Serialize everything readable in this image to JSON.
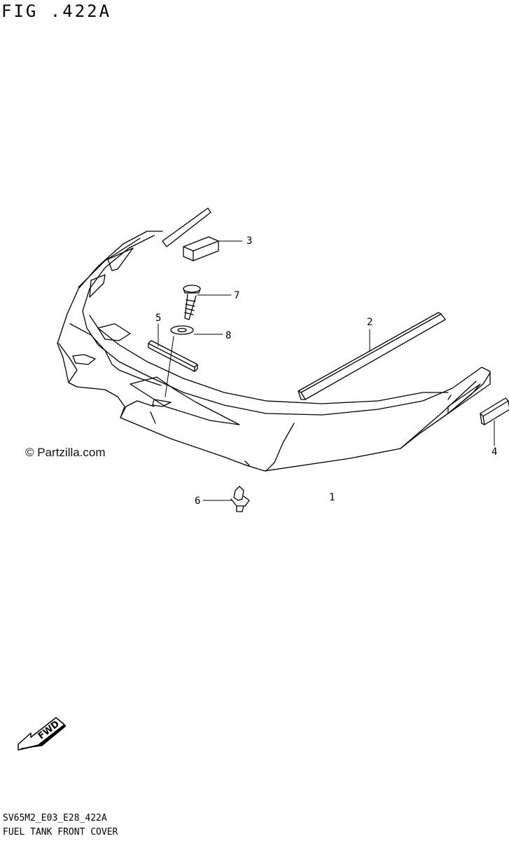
{
  "figure": {
    "title": "FIG .422A"
  },
  "callouts": [
    {
      "id": "c1",
      "label": "1"
    },
    {
      "id": "c2",
      "label": "2"
    },
    {
      "id": "c3",
      "label": "3"
    },
    {
      "id": "c4",
      "label": "4"
    },
    {
      "id": "c5",
      "label": "5"
    },
    {
      "id": "c6",
      "label": "6"
    },
    {
      "id": "c7",
      "label": "7"
    },
    {
      "id": "c8",
      "label": "8"
    }
  ],
  "watermark": "© Partzilla.com",
  "fwd_label": "FWD",
  "footer": {
    "code": "SV65M2_E03_E28_422A",
    "caption": "FUEL TANK FRONT COVER"
  }
}
